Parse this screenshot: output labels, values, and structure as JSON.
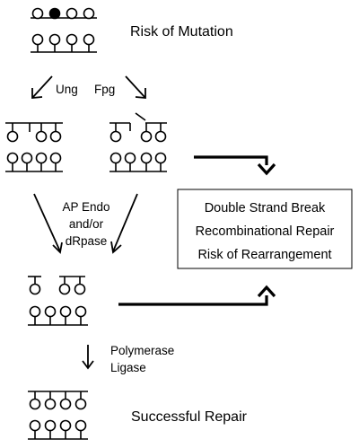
{
  "labels": {
    "risk_of_mutation": "Risk of Mutation",
    "ung": "Ung",
    "fpg": "Fpg",
    "ap_endo": "AP Endo",
    "and_or": "and/or",
    "drpase": "dRpase",
    "polymerase": "Polymerase",
    "ligase": "Ligase",
    "successful_repair": "Successful Repair"
  },
  "outcome_box": {
    "line1": "Double Strand Break",
    "line2": "Recombinational Repair",
    "line3": "Risk of Rearrangement"
  }
}
